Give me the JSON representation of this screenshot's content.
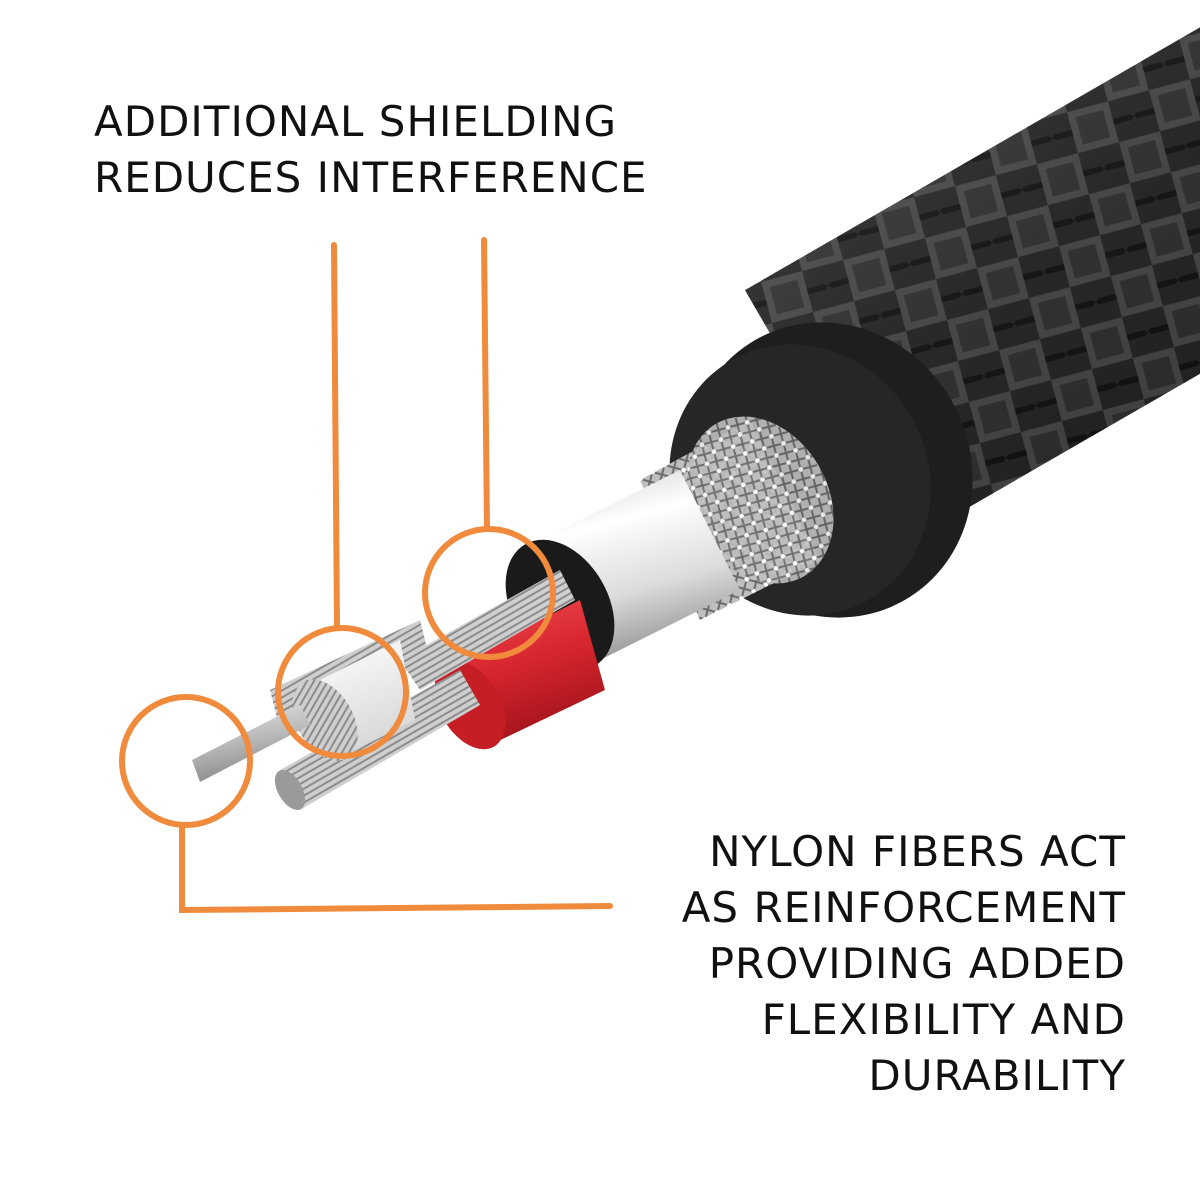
{
  "captions": {
    "top": {
      "lines": [
        "ADDITIONAL SHIELDING",
        "REDUCES INTERFERENCE"
      ]
    },
    "bottom": {
      "lines": [
        "NYLON FIBERS ACT",
        "AS REINFORCEMENT",
        "PROVIDING ADDED",
        "FLEXIBILITY AND",
        "DURABILITY"
      ]
    }
  },
  "colors": {
    "callout_orange": "#F08A3C",
    "text": "#111111",
    "braid_dark": "#2a2a2a",
    "braid_light": "#6b6b6b",
    "jacket_black": "#1c1c1c",
    "foil_silver": "#d9d9d9",
    "insulation_red": "#d8262e",
    "insulation_white": "#f2f2f2",
    "background": "#ffffff"
  },
  "illustration": {
    "subject": "braided-cable-cross-section",
    "callout_circles": 3,
    "layers": [
      "nylon-braid-jacket",
      "rubber-jacket",
      "metal-braid-shield",
      "foil-shield",
      "red-insulated-conductor",
      "white-insulated-conductor",
      "bare-strand-conductors",
      "nylon-fiber-core"
    ]
  }
}
